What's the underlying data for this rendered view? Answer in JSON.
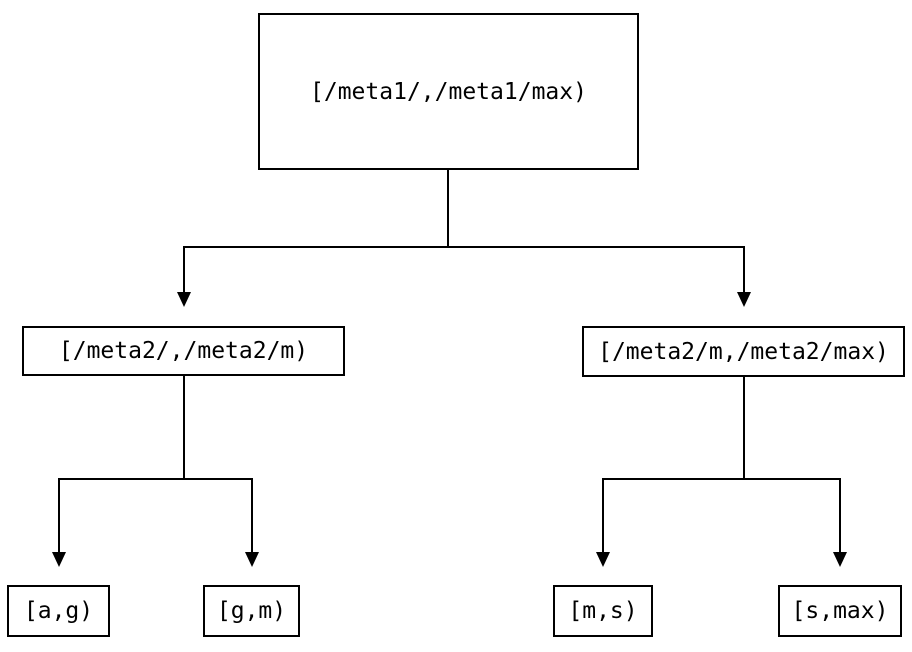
{
  "diagram": {
    "type": "tree",
    "background_color": "#ffffff",
    "line_color": "#000000",
    "text_color": "#000000",
    "nodes": {
      "root": {
        "label": "[/meta1/,/meta1/max)",
        "level": 0
      },
      "left_child": {
        "label": "[/meta2/,/meta2/m)",
        "level": 1
      },
      "right_child": {
        "label": "[/meta2/m,/meta2/max)",
        "level": 1
      },
      "leaf_a_g": {
        "label": "[a,g)",
        "level": 2
      },
      "leaf_g_m": {
        "label": "[g,m)",
        "level": 2
      },
      "leaf_m_s": {
        "label": "[m,s)",
        "level": 2
      },
      "leaf_s_max": {
        "label": "[s,max)",
        "level": 2
      }
    },
    "edges": [
      {
        "from": "root",
        "to": "left_child"
      },
      {
        "from": "root",
        "to": "right_child"
      },
      {
        "from": "left_child",
        "to": "leaf_a_g"
      },
      {
        "from": "left_child",
        "to": "leaf_g_m"
      },
      {
        "from": "right_child",
        "to": "leaf_m_s"
      },
      {
        "from": "right_child",
        "to": "leaf_s_max"
      }
    ]
  }
}
